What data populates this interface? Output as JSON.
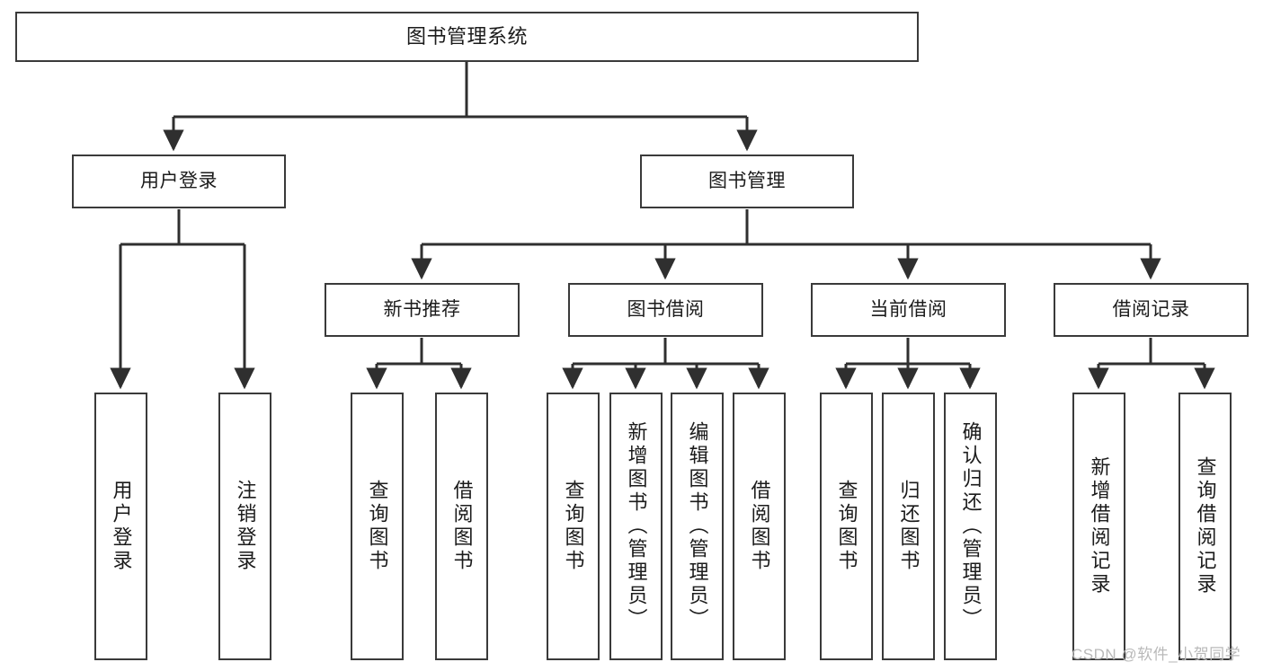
{
  "diagram": {
    "type": "tree-hierarchy-diagram",
    "title": "图书管理系统",
    "orientation": "top-down",
    "colors": {
      "box_border": "#3a3a3a",
      "box_fill": "#ffffff",
      "edge": "#2f2f2f",
      "text": "#1b1b1b",
      "watermark": "#b9b9b9"
    }
  },
  "nodes": {
    "root": {
      "label": "图书管理系统",
      "level": 1
    },
    "level2": [
      {
        "id": "user-login",
        "label": "用户登录"
      },
      {
        "id": "book-management",
        "label": "图书管理"
      }
    ],
    "level3": [
      {
        "id": "new-book-recommend",
        "label": "新书推荐",
        "parent": "book-management"
      },
      {
        "id": "book-borrow",
        "label": "图书借阅",
        "parent": "book-management"
      },
      {
        "id": "current-borrow",
        "label": "当前借阅",
        "parent": "book-management"
      },
      {
        "id": "borrow-record",
        "label": "借阅记录",
        "parent": "book-management"
      }
    ],
    "leaves": [
      {
        "id": "leaf-user-login",
        "label": "用户登录",
        "parent": "user-login"
      },
      {
        "id": "leaf-logout",
        "label": "注销登录",
        "parent": "user-login"
      },
      {
        "id": "leaf-query-book-1",
        "label": "查询图书",
        "parent": "new-book-recommend"
      },
      {
        "id": "leaf-borrow-book-1",
        "label": "借阅图书",
        "parent": "new-book-recommend"
      },
      {
        "id": "leaf-query-book-2",
        "label": "查询图书",
        "parent": "book-borrow"
      },
      {
        "id": "leaf-add-book",
        "label": "新增图书（管理员）",
        "parent": "book-borrow"
      },
      {
        "id": "leaf-edit-book",
        "label": "编辑图书（管理员）",
        "parent": "book-borrow"
      },
      {
        "id": "leaf-borrow-book-2",
        "label": "借阅图书",
        "parent": "book-borrow"
      },
      {
        "id": "leaf-query-book-3",
        "label": "查询图书",
        "parent": "current-borrow"
      },
      {
        "id": "leaf-return-book",
        "label": "归还图书",
        "parent": "current-borrow"
      },
      {
        "id": "leaf-confirm-return",
        "label": "确认归还（管理员）",
        "parent": "current-borrow"
      },
      {
        "id": "leaf-add-record",
        "label": "新增借阅记录",
        "parent": "borrow-record"
      },
      {
        "id": "leaf-query-record",
        "label": "查询借阅记录",
        "parent": "borrow-record"
      }
    ]
  },
  "watermark": {
    "text": "CSDN @软件_小贺同学"
  }
}
